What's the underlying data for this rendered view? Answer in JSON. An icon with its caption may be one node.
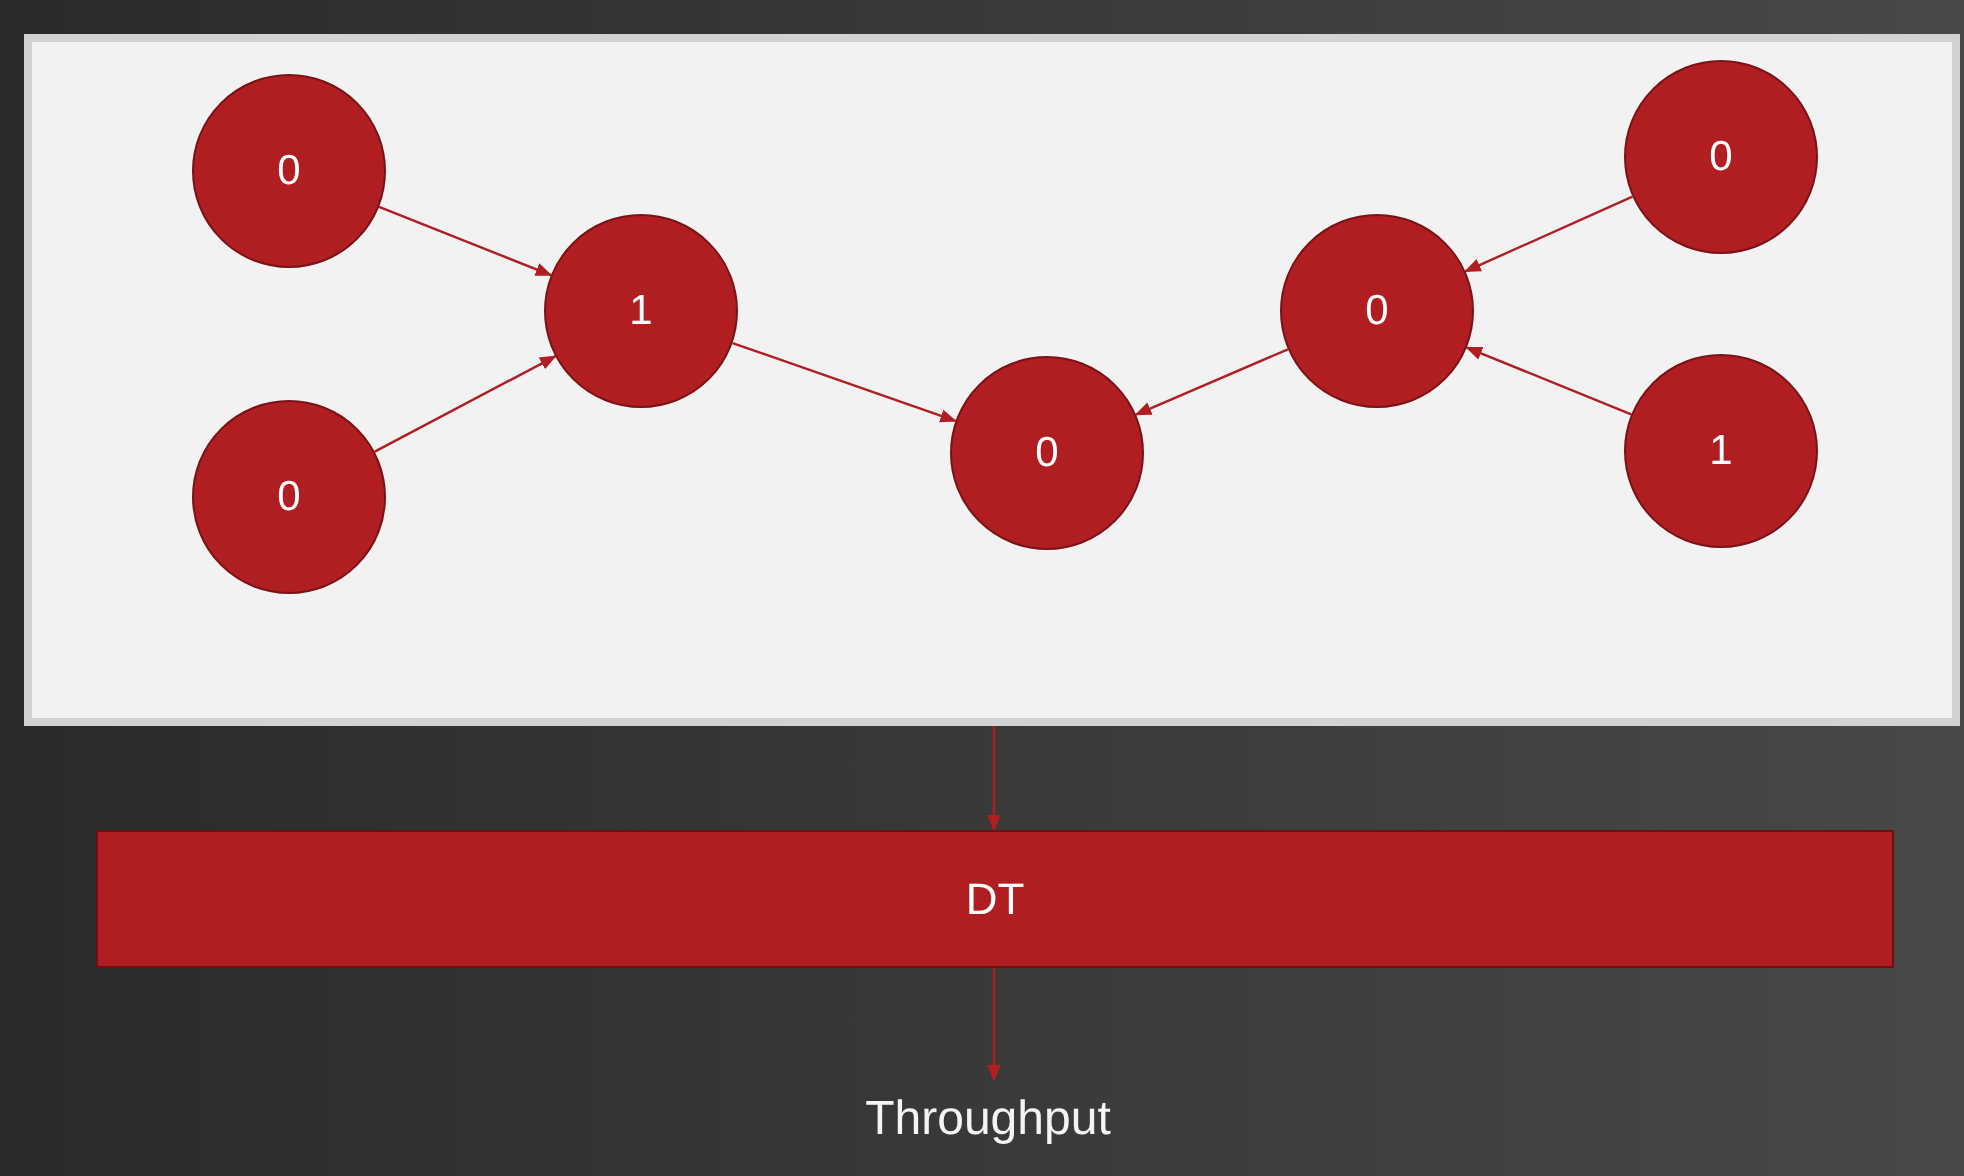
{
  "diagram": {
    "nodes": [
      {
        "text": [],
        "shape": "box"
      },
      {
        "text": [
          "0"
        ],
        "in": 0
      },
      {
        "text": [
          "0"
        ],
        "in": 0
      },
      {
        "text": [
          "1"
        ],
        "in": 0
      },
      {
        "text": [
          "0"
        ],
        "in": 0
      },
      {
        "text": [
          "0"
        ],
        "in": 0
      },
      {
        "text": [
          "0"
        ],
        "in": 0
      },
      {
        "text": [
          "1"
        ],
        "in": 0
      },
      {
        "text": [
          "DT"
        ]
      },
      {
        "text": [
          "Throughput"
        ]
      }
    ],
    "edges": [
      {
        "from": 1,
        "to": 3,
        "arrow": "to"
      },
      {
        "from": 2,
        "to": 3,
        "arrow": "to"
      },
      {
        "from": 3,
        "to": 4,
        "arrow": "to"
      },
      {
        "from": 6,
        "to": 5,
        "arrow": "to"
      },
      {
        "from": 7,
        "to": 5,
        "arrow": "to"
      },
      {
        "from": 5,
        "to": 4,
        "arrow": "to"
      },
      {
        "from": 0,
        "to": 8,
        "arrow": "to"
      },
      {
        "from": 8,
        "to": 9,
        "arrow": "to"
      }
    ]
  }
}
